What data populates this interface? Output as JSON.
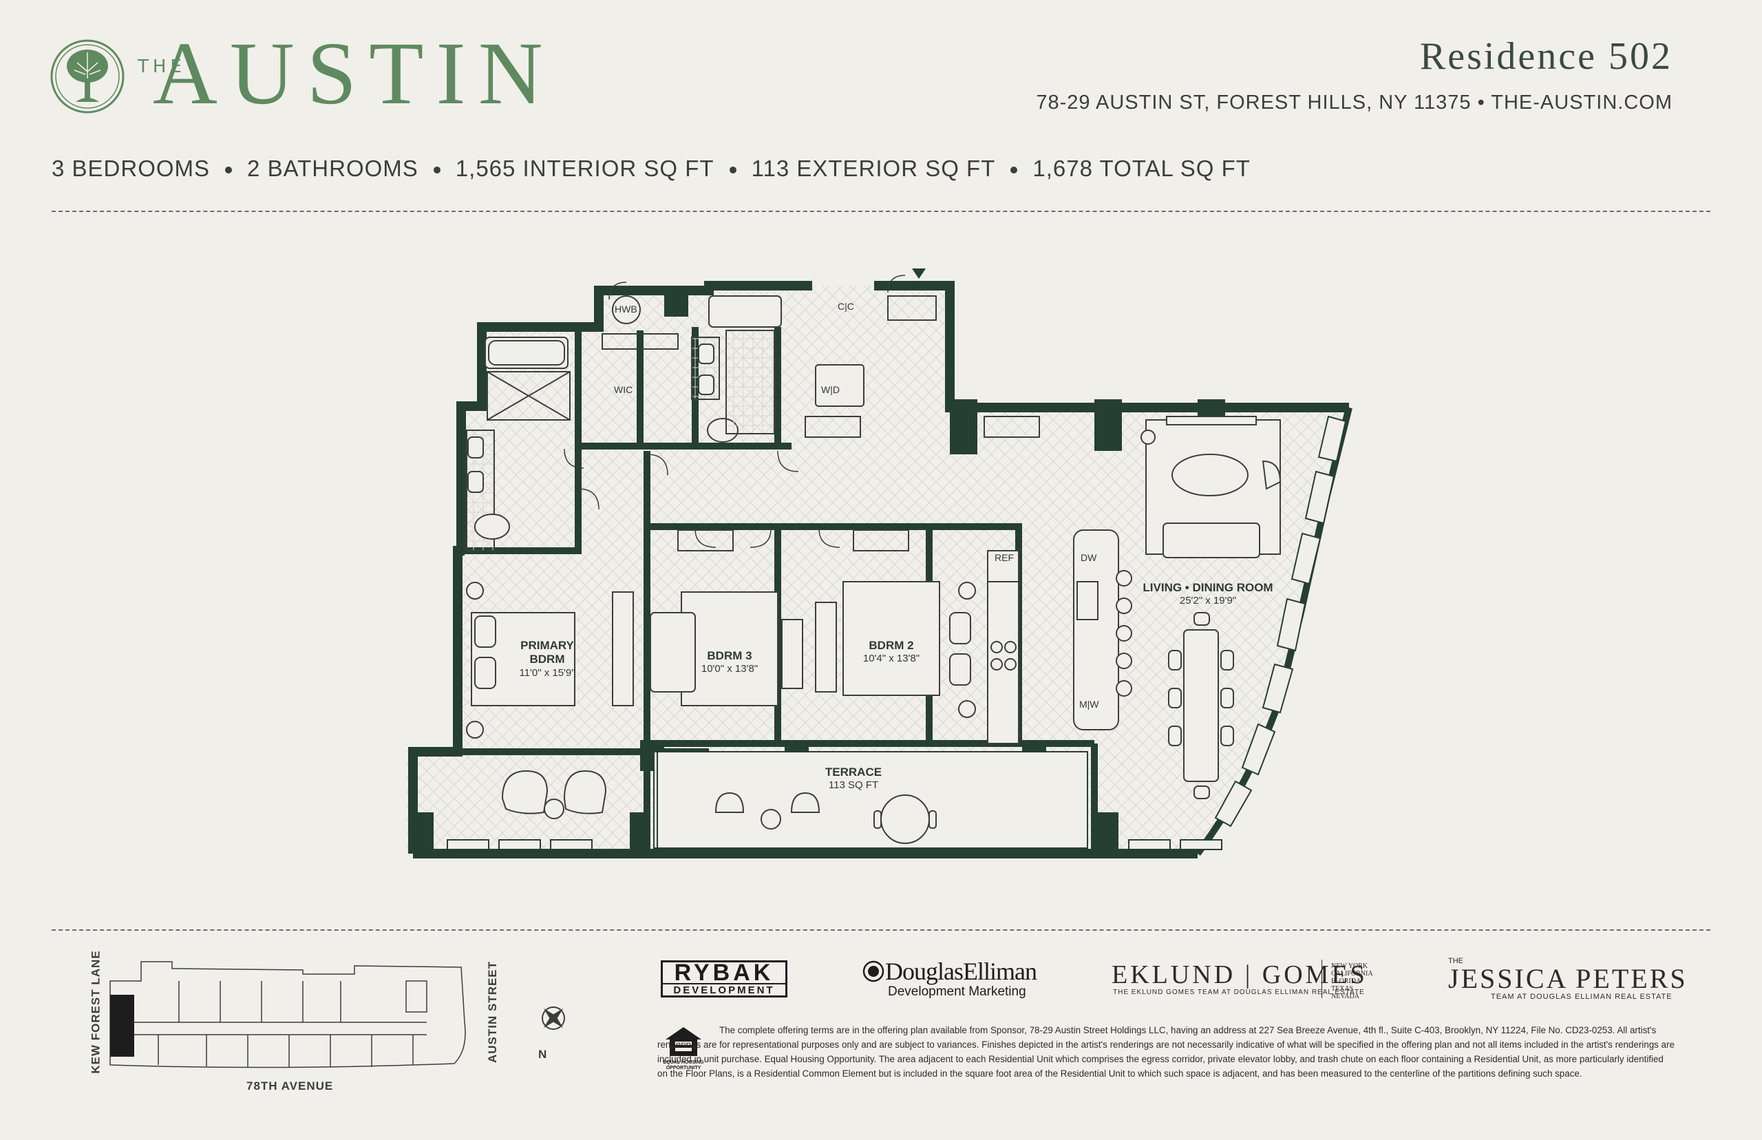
{
  "brand": {
    "the": "THE",
    "name": "AUSTIN",
    "logo_icon": "tree-icon",
    "color": "#5f8a60"
  },
  "header": {
    "residence": "Residence 502",
    "address": "78-29 AUSTIN ST, FOREST HILLS, NY 11375 • THE-AUSTIN.COM"
  },
  "stats": [
    "3 BEDROOMS",
    "2 BATHROOMS",
    "1,565 INTERIOR SQ FT",
    "113 EXTERIOR SQ FT",
    "1,678 TOTAL SQ FT"
  ],
  "floorplan": {
    "wall_color": "#263f33",
    "rooms": {
      "primary": {
        "name": "PRIMARY\nBDRM",
        "dim": "11'0\" x 15'9\""
      },
      "bdrm3": {
        "name": "BDRM 3",
        "dim": "10'0\" x 13'8\""
      },
      "bdrm2": {
        "name": "BDRM 2",
        "dim": "10'4\" x 13'8\""
      },
      "living": {
        "name": "LIVING • DINING ROOM",
        "dim": "25'2\" x 19'9\""
      },
      "terrace": {
        "name": "TERRACE",
        "dim": "113 SQ FT"
      }
    },
    "labels": {
      "hwb": "HWB",
      "wic": "WIC",
      "cc": "C|C",
      "wd": "W|D",
      "ref": "REF",
      "dw": "DW",
      "mw": "M|W"
    }
  },
  "keyplan": {
    "west": "KEW FOREST LANE",
    "east": "AUSTIN STREET",
    "south": "78TH AVENUE",
    "north": "N",
    "compass_icon": "compass-icon"
  },
  "partners": {
    "rybak_line1": "RYBAK",
    "rybak_line2": "DEVELOPMENT",
    "de_name": "DouglasElliman",
    "de_sub": "Development Marketing",
    "eg_name": "EKLUND | GOMES",
    "eg_sub": "THE EKLUND GOMES TEAM AT DOUGLAS ELLIMAN REAL ESTATE",
    "eg_states": [
      "NEW YORK",
      "CALIFORNIA",
      "FLORIDA",
      "TEXAS",
      "NEVADA"
    ],
    "jp_the": "THE",
    "jp_name": "JESSICA PETERS",
    "jp_sub": "TEAM AT DOUGLAS ELLIMAN REAL ESTATE"
  },
  "eho_text": "EQUAL HOUSING OPPORTUNITY",
  "disclaimer": "The complete offering terms are in the offering plan available from Sponsor, 78-29 Austin Street Holdings LLC, having an address at 227 Sea Breeze Avenue, 4th fl., Suite C-403, Brooklyn, NY 11224, File No. CD23-0253. All artist's renderings are for representational purposes only and are subject to variances. Finishes depicted in the artist's renderings are not necessarily indicative of what will be specified in the offering plan and not all items included in the artist's renderings are included in unit purchase. Equal Housing Opportunity. The area adjacent to each Residential Unit which comprises the egress corridor, private elevator lobby, and trash chute on each floor containing a Residential Unit, as more particularly identified on the Floor Plans, is a Residential Common Element but is included in the square foot area of the Residential Unit to which such space is adjacent, and has been measured to the centerline of the partitions defining such space."
}
